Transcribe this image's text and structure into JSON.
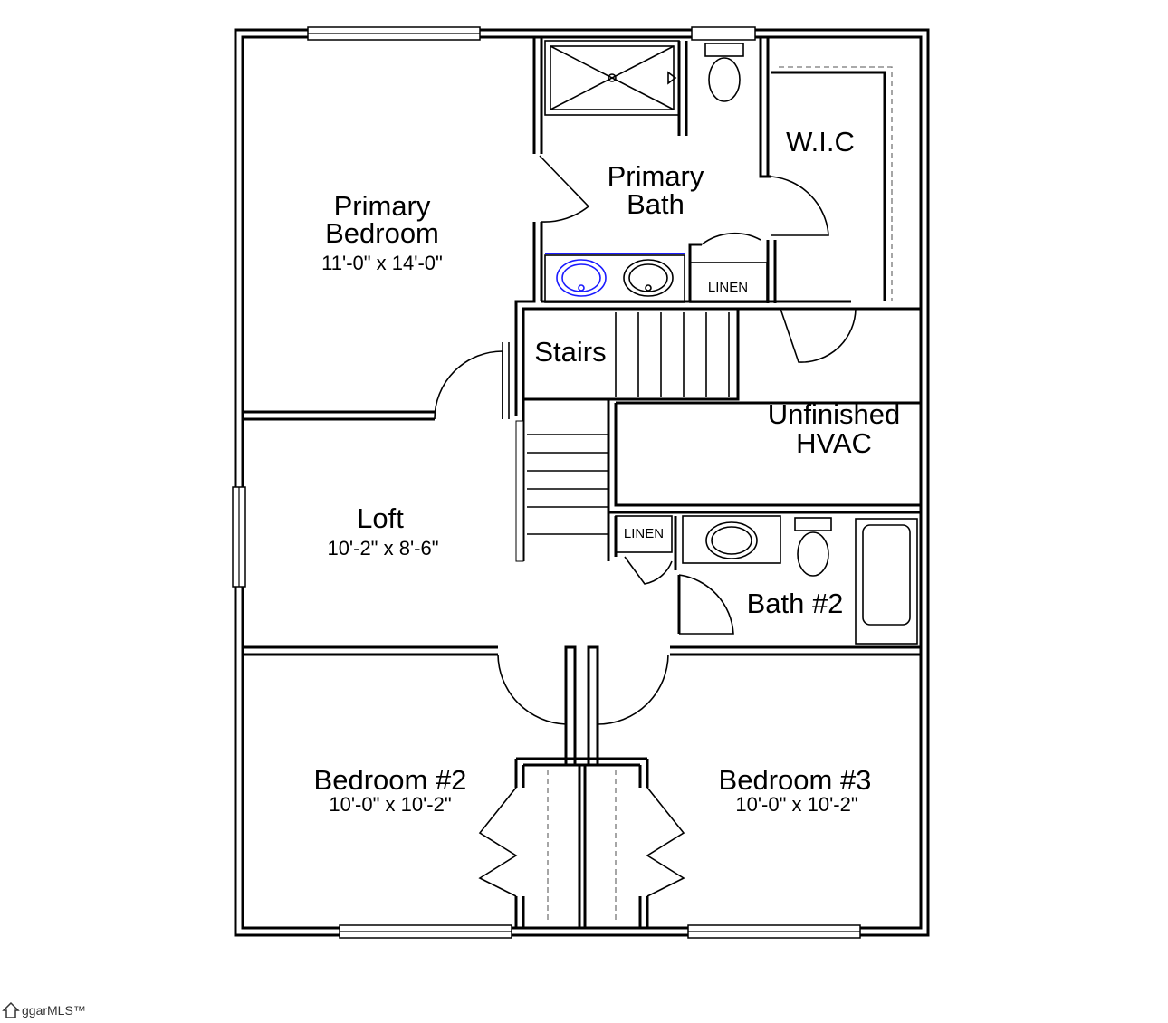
{
  "rooms": {
    "primary_bedroom": {
      "name_line1": "Primary",
      "name_line2": "Bedroom",
      "dims": "11'-0\" x 14'-0\""
    },
    "primary_bath": {
      "name_line1": "Primary",
      "name_line2": "Bath"
    },
    "wic": {
      "name": "W.I.C"
    },
    "linen_upper": {
      "name": "LINEN"
    },
    "stairs": {
      "name": "Stairs"
    },
    "unfinished": {
      "name_line1": "Unfinished",
      "name_line2": "HVAC"
    },
    "loft": {
      "name": "Loft",
      "dims": "10'-2\" x 8'-6\""
    },
    "linen_lower": {
      "name": "LINEN"
    },
    "bath2": {
      "name": "Bath #2"
    },
    "bedroom2": {
      "name": "Bedroom #2",
      "dims": "10'-0\" x 10'-2\""
    },
    "bedroom3": {
      "name": "Bedroom #3",
      "dims": "10'-0\" x 10'-2\""
    }
  },
  "watermark": {
    "text": "ggarMLS™",
    "icon": "house-logo-icon"
  },
  "colors": {
    "walls": "#000000",
    "vanity_line": "#1a1aff",
    "dashed": "#777777"
  }
}
